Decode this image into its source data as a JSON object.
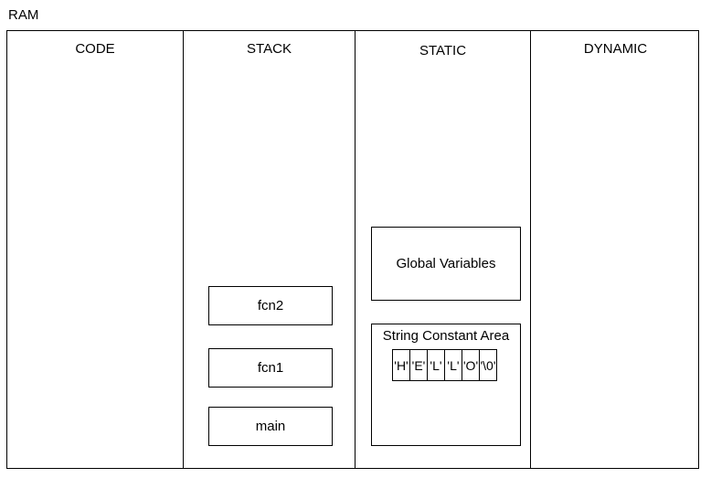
{
  "title": "RAM",
  "columns": {
    "code": "CODE",
    "stack": "STACK",
    "static": "STATIC",
    "dynamic": "DYNAMIC"
  },
  "stack_frames": [
    "fcn2",
    "fcn1",
    "main"
  ],
  "static_area": {
    "global_vars": "Global Variables",
    "string_const": "String Constant Area",
    "chars": [
      "'H'",
      "'E'",
      "'L'",
      "'L'",
      "'O'",
      "'\\0'"
    ]
  }
}
